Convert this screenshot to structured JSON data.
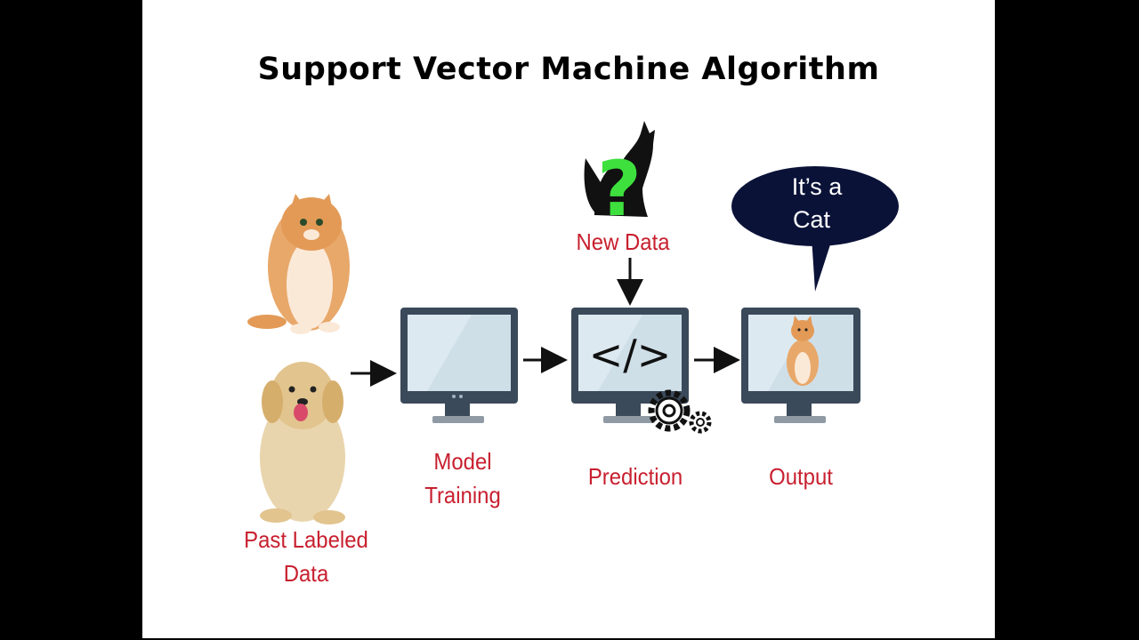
{
  "title": "Support Vector Machine Algorithm",
  "labels": {
    "past_line1": "Past Labeled",
    "past_line2": "Data",
    "training_line1": "Model",
    "training_line2": "Training",
    "new_data": "New Data",
    "prediction": "Prediction",
    "output": "Output"
  },
  "bubble": {
    "line1": "It’s a",
    "line2": "Cat"
  },
  "code_glyph": "</>",
  "question_mark": "?",
  "colors": {
    "label_red": "#c8202f",
    "monitor_frame": "#3b4a5a",
    "screen": "#cfdfe8",
    "bubble": "#0a1238",
    "question": "#3de03d"
  }
}
